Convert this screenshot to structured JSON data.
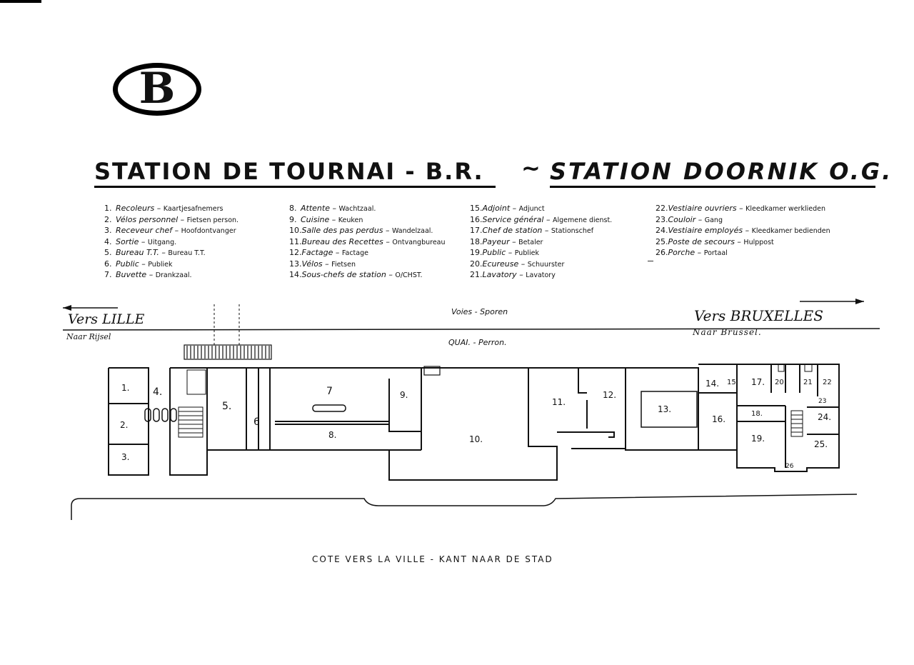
{
  "logo": {
    "letter": "B"
  },
  "title": {
    "french": "STATION DE TOURNAI - B.R.",
    "separator": "~",
    "dutch": "STATION DOORNIK O.G."
  },
  "legend": {
    "col1": [
      {
        "n": "1.",
        "fr": "Recoleurs",
        "nl": "Kaartjesafnemers"
      },
      {
        "n": "2.",
        "fr": "Vélos personnel",
        "nl": "Fietsen person."
      },
      {
        "n": "3.",
        "fr": "Receveur chef",
        "nl": "Hoofdontvanger"
      },
      {
        "n": "4.",
        "fr": "Sortie",
        "nl": "Uitgang."
      },
      {
        "n": "5.",
        "fr": "Bureau T.T.",
        "nl": "Bureau T.T."
      },
      {
        "n": "6.",
        "fr": "Public",
        "nl": "Publiek"
      },
      {
        "n": "7.",
        "fr": "Buvette",
        "nl": "Drankzaal."
      }
    ],
    "col2": [
      {
        "n": "8.",
        "fr": "Attente",
        "nl": "Wachtzaal."
      },
      {
        "n": "9.",
        "fr": "Cuisine",
        "nl": "Keuken"
      },
      {
        "n": "10.",
        "fr": "Salle des pas perdus",
        "nl": "Wandelzaal."
      },
      {
        "n": "11.",
        "fr": "Bureau des Recettes",
        "nl": "Ontvangbureau"
      },
      {
        "n": "12.",
        "fr": "Factage",
        "nl": "Factage"
      },
      {
        "n": "13.",
        "fr": "Vélos",
        "nl": "Fietsen"
      },
      {
        "n": "14.",
        "fr": "Sous-chefs de station",
        "nl": "O/CHST."
      }
    ],
    "col3": [
      {
        "n": "15.",
        "fr": "Adjoint",
        "nl": "Adjunct"
      },
      {
        "n": "16.",
        "fr": "Service général",
        "nl": "Algemene dienst."
      },
      {
        "n": "17.",
        "fr": "Chef de station",
        "nl": "Stationschef"
      },
      {
        "n": "18.",
        "fr": "Payeur",
        "nl": "Betaler"
      },
      {
        "n": "19.",
        "fr": "Public",
        "nl": "Publiek"
      },
      {
        "n": "20.",
        "fr": "Ecureuse",
        "nl": "Schuurster"
      },
      {
        "n": "21.",
        "fr": "Lavatory",
        "nl": "Lavatory"
      }
    ],
    "col4": [
      {
        "n": "22.",
        "fr": "Vestiaire ouvriers",
        "nl": "Kleedkamer werklieden"
      },
      {
        "n": "23.",
        "fr": "Couloir",
        "nl": "Gang"
      },
      {
        "n": "24.",
        "fr": "Vestiaire employés",
        "nl": "Kleedkamer bedienden"
      },
      {
        "n": "25.",
        "fr": "Poste de secours",
        "nl": "Hulppost"
      },
      {
        "n": "26.",
        "fr": "Porche",
        "nl": "Portaal"
      }
    ]
  },
  "directions": {
    "left": "Vers LILLE",
    "left_nl": "Naar Rijsel",
    "right": "Vers BRUXELLES",
    "right_nl": "Naar Brussel."
  },
  "track_label": "Voies - Sporen",
  "platform_label": "QUAI. - Perron.",
  "bottom_caption": "COTE VERS LA VILLE - KANT NAAR DE STAD",
  "rooms": [
    {
      "label": "1."
    },
    {
      "label": "2."
    },
    {
      "label": "3."
    },
    {
      "label": "4."
    },
    {
      "label": "5."
    },
    {
      "label": "6"
    },
    {
      "label": "7"
    },
    {
      "label": "8."
    },
    {
      "label": "9."
    },
    {
      "label": "10."
    },
    {
      "label": "11."
    },
    {
      "label": "12."
    },
    {
      "label": "13."
    },
    {
      "label": "14."
    },
    {
      "label": "15"
    },
    {
      "label": "16."
    },
    {
      "label": "17."
    },
    {
      "label": "18."
    },
    {
      "label": "19."
    },
    {
      "label": "20"
    },
    {
      "label": "21"
    },
    {
      "label": "22"
    },
    {
      "label": "23"
    },
    {
      "label": "24."
    },
    {
      "label": "25."
    },
    {
      "label": "26"
    }
  ]
}
